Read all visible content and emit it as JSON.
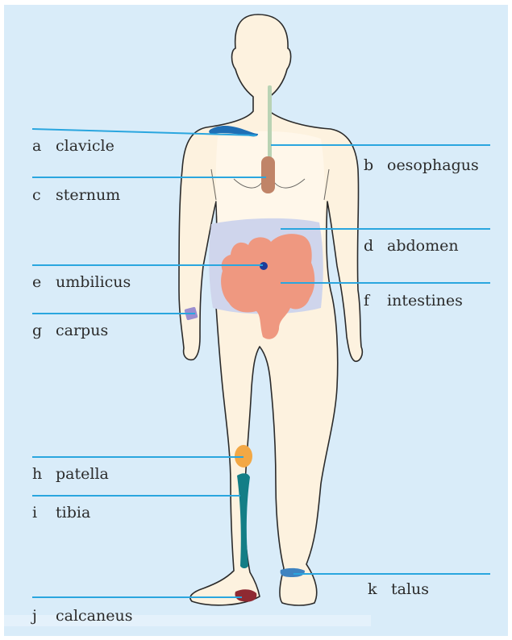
{
  "labels": [
    {
      "id": "a",
      "letter": "a",
      "text": "clavicle"
    },
    {
      "id": "b",
      "letter": "b",
      "text": "oesophagus"
    },
    {
      "id": "c",
      "letter": "c",
      "text": "sternum"
    },
    {
      "id": "d",
      "letter": "d",
      "text": "abdomen"
    },
    {
      "id": "e",
      "letter": "e",
      "text": "umbilicus"
    },
    {
      "id": "f",
      "letter": "f",
      "text": "intestines"
    },
    {
      "id": "g",
      "letter": "g",
      "text": "carpus"
    },
    {
      "id": "h",
      "letter": "h",
      "text": "patella"
    },
    {
      "id": "i",
      "letter": "i",
      "text": "tibia"
    },
    {
      "id": "j",
      "letter": "j",
      "text": "calcaneus"
    },
    {
      "id": "k",
      "letter": "k",
      "text": "talus"
    }
  ],
  "colors": {
    "background": "#d9ecf9",
    "leader_line": "#2aa6df",
    "skin": "#fdf2df",
    "outline": "#2b2b2b",
    "clavicle": "#1f6fb5",
    "oesophagus": "#b9d3b4",
    "sternum": "#c08468",
    "abdomen": "#cfd5ec",
    "intestines": "#ef9880",
    "umbilicus": "#1c3c9a",
    "carpus": "#9b8ed0",
    "patella": "#f3a845",
    "tibia": "#137e86",
    "calcaneus": "#8f2a32",
    "talus": "#3f83c0"
  }
}
